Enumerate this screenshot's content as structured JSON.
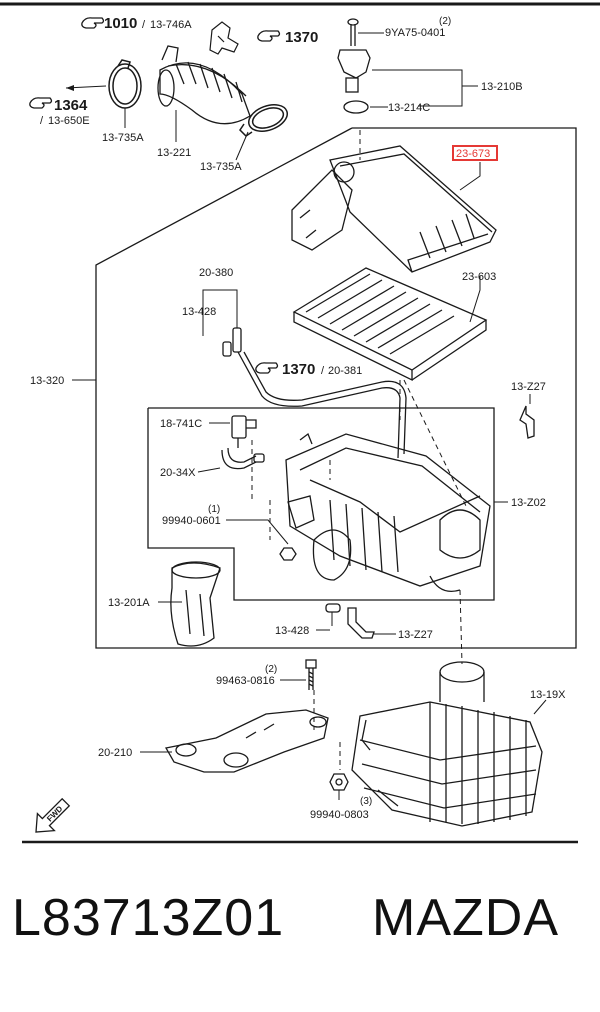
{
  "diagram": {
    "refs": {
      "r1010": "1010",
      "r1010_sub": "13-746A",
      "r1370_top": "1370",
      "r1364": "1364",
      "r1364_sub": "13-650E",
      "r1370_mid": "1370",
      "r1370_mid_sub": "20-381"
    },
    "labels": {
      "p9YA75": "9YA75-0401",
      "p9YA75_qty": "(2)",
      "p13_210B": "13-210B",
      "p13_214C": "13-214C",
      "p13_735A_left": "13-735A",
      "p13_221": "13-221",
      "p13_735A_right": "13-735A",
      "p23_673": "23-673",
      "p13_320": "13-320",
      "p20_380": "20-380",
      "p13_428_top": "13-428",
      "p23_603": "23-603",
      "p13_Z27_right": "13-Z27",
      "p18_741C": "18-741C",
      "p20_34X": "20-34X",
      "p13_Z02": "13-Z02",
      "p99940_0601_qty": "(1)",
      "p99940_0601": "99940-0601",
      "p13_201A": "13-201A",
      "p13_428_bottom": "13-428",
      "p13_Z27_bottom": "13-Z27",
      "p99463_qty": "(2)",
      "p99463": "99463-0816",
      "p13_19X": "13-19X",
      "p20_210": "20-210",
      "p99940_0803_qty": "(3)",
      "p99940_0803": "99940-0803",
      "fwd": "FWD"
    }
  },
  "footer": {
    "part_number": "L83713Z01",
    "brand": "MAZDA"
  },
  "colors": {
    "highlight": "#e53935",
    "line": "#1a1a1a"
  },
  "icons": [
    "hand-pointer-icon",
    "fwd-arrow-icon"
  ]
}
